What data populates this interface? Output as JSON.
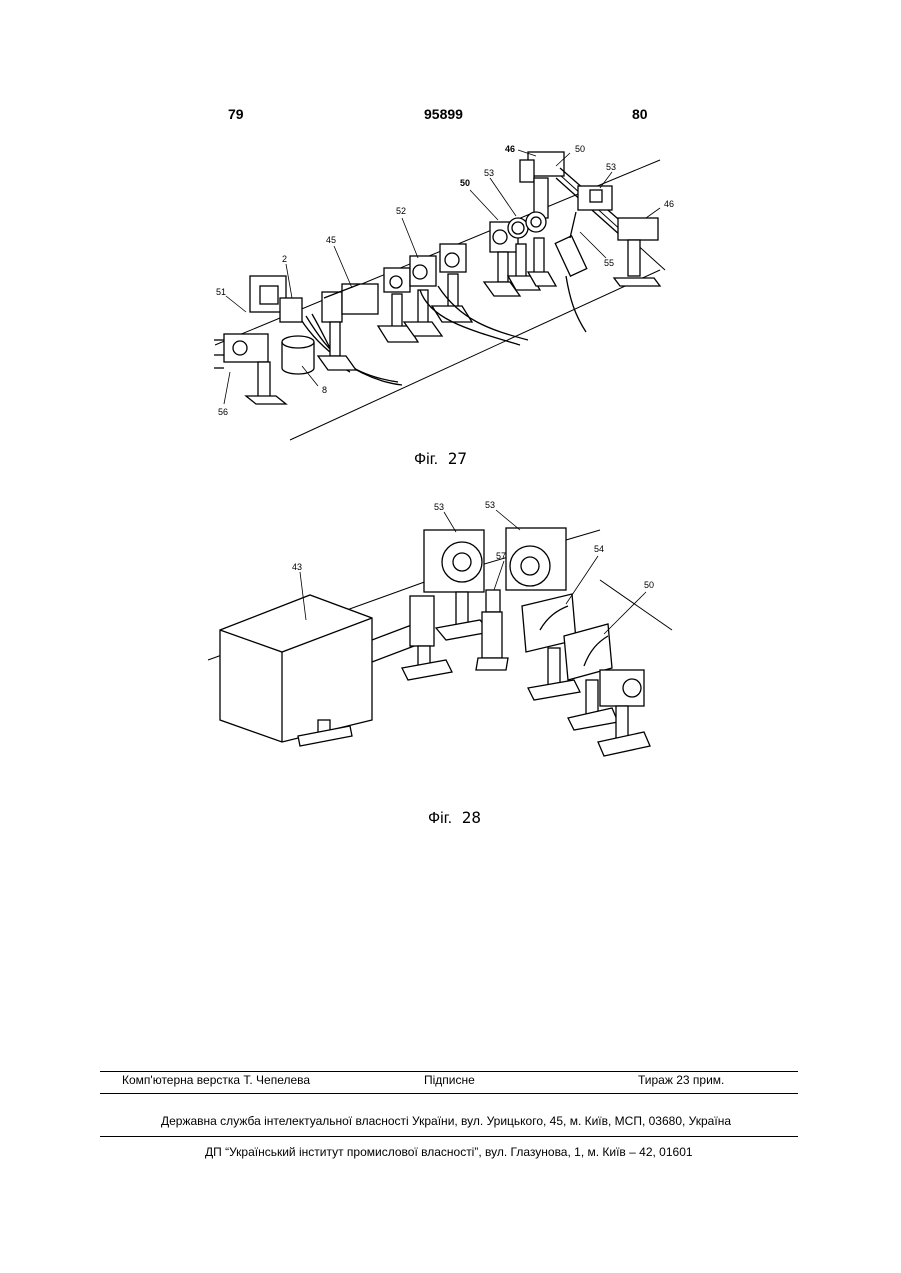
{
  "header": {
    "page_left": "79",
    "patent_number": "95899",
    "page_right": "80"
  },
  "figure27": {
    "caption_label": "Фіг.",
    "caption_number": "27",
    "callouts": [
      "46",
      "50",
      "53",
      "50",
      "53",
      "52",
      "45",
      "2",
      "51",
      "55",
      "46",
      "8",
      "56"
    ]
  },
  "figure28": {
    "caption_label": "Фіг.",
    "caption_number": "28",
    "callouts": [
      "53",
      "53",
      "57",
      "43",
      "54",
      "50"
    ]
  },
  "footer": {
    "typesetting": "Комп'ютерна верстка Т. Чепелева",
    "signed": "Підписне",
    "circulation": "Тираж 23 прим.",
    "agency": "Державна служба інтелектуальної власності України, вул. Урицького, 45, м. Київ, МСП, 03680, Україна",
    "institute": "ДП “Український інститут промислової власності”, вул. Глазунова, 1, м. Київ – 42, 01601"
  }
}
